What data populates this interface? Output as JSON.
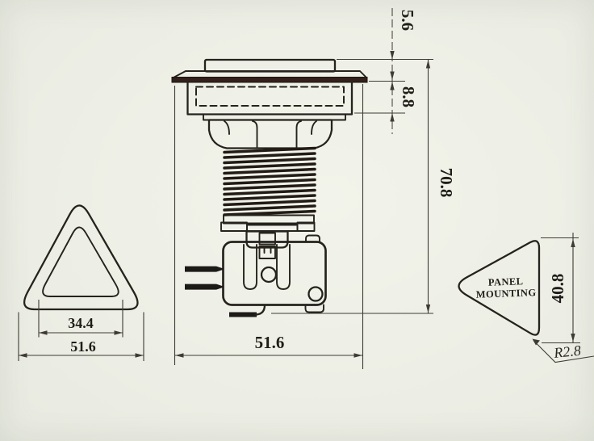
{
  "colors": {
    "paper": "#edefe6",
    "ink": "#26221d",
    "dim_line": "#3f3b34",
    "flange_band": "#33201a",
    "thread": "#221b16",
    "terminal": "#1c1a17"
  },
  "front_view": {
    "dim_plunger_width": "34.4",
    "dim_bezel_width": "51.6"
  },
  "side_view": {
    "dim_cap_height": "5.6",
    "dim_bezel_depth": "8.8",
    "dim_overall_height": "70.8",
    "dim_bezel_width": "51.6"
  },
  "cutout_view": {
    "label_line1": "PANEL",
    "label_line2": "MOUNTING",
    "dim_cutout_height": "40.8",
    "dim_corner_radius": "R2.8"
  }
}
